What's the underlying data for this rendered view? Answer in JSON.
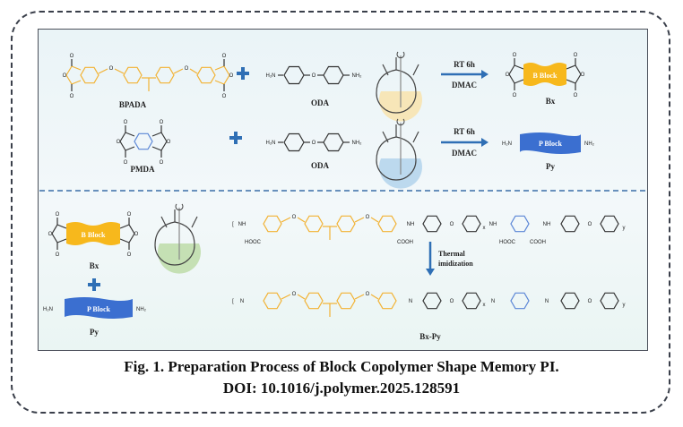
{
  "figure": {
    "caption_line1": "Fig. 1. Preparation Process of Block Copolymer Shape Memory PI.",
    "caption_line2": "DOI: 10.1016/j.polymer.2025.128591"
  },
  "colors": {
    "bpada": "#f2b233",
    "pmda": "#5b86d6",
    "arrow": "#2f6fb5",
    "block_b": "#f7b81c",
    "block_p": "#3b6fd0",
    "flask_yellow": "#f7e6b8",
    "flask_blue": "#bcd9ee",
    "flask_green": "#c5e0b4"
  },
  "row1": {
    "monomer": "BPADA",
    "amine": "ODA",
    "condition_top": "RT 6h",
    "condition_bottom": "DMAC",
    "product_block": "B Block",
    "product": "Bx"
  },
  "row2": {
    "monomer": "PMDA",
    "amine": "ODA",
    "condition_top": "RT 6h",
    "condition_bottom": "DMAC",
    "product_block": "P Block",
    "product": "Py"
  },
  "bottom": {
    "block_b": "B Block",
    "block_b_label": "Bx",
    "block_p": "P Block",
    "block_p_label": "Py",
    "step_line1": "Thermal",
    "step_line2": "imidization",
    "final_product": "Bx-Py"
  },
  "atoms": {
    "o": "O",
    "h2n": "H₂N",
    "nh2": "NH₂",
    "nh": "NH",
    "n": "N",
    "hooc": "HOOC",
    "cooh": "COOH",
    "x": "x",
    "y": "y"
  }
}
